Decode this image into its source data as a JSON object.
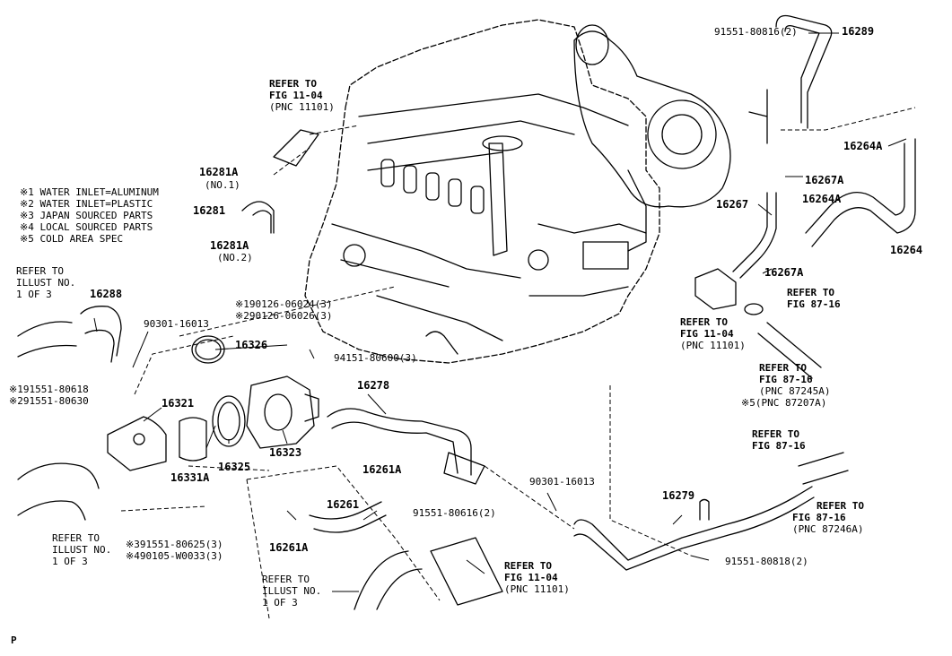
{
  "labels": {
    "p16289": "16289",
    "b9155180816": "91551-80816(2)",
    "ref_top_1": "REFER TO",
    "ref_top_2": "FIG 11-04",
    "ref_top_3": "(PNC 11101)",
    "p16281a_n1": "16281A",
    "n1": "(NO.1)",
    "p16281": "16281",
    "p16281a_n2": "16281A",
    "n2": "(NO.2)",
    "note1": "※1 WATER INLET=ALUMINUM",
    "note2": "※2 WATER INLET=PLASTIC",
    "note3": "※3 JAPAN SOURCED PARTS",
    "note4": "※4 LOCAL SOURCED PARTS",
    "note5": "※5 COLD AREA SPEC",
    "ref_left_1": "REFER TO",
    "ref_left_2": "ILLUST NO.",
    "ref_left_3": "1 OF 3",
    "p16288": "16288",
    "g9030116013_a": "90301-16013",
    "b1_91551": "※191551-80618",
    "b2_91551": "※291551-80630",
    "s1_90126": "※190126-06024(3)",
    "s2_90126": "※290126-06026(3)",
    "p16326": "16326",
    "n9415180600": "94151-80600(3)",
    "p16321": "16321",
    "p16331a": "16331A",
    "p16325": "16325",
    "p16323": "16323",
    "p16278": "16278",
    "ref_ll_1": "REFER TO",
    "ref_ll_2": "ILLUST NO.",
    "ref_ll_3": "1 OF 3",
    "b3_91551": "※391551-80625(3)",
    "b4_90105": "※490105-W0033(3)",
    "p16261a_top": "16261A",
    "p16261": "16261",
    "p16261a_bot": "16261A",
    "b9155180616": "91551-80616(2)",
    "g9030116013_b": "90301-16013",
    "ref_bot_1": "REFER TO",
    "ref_bot_2": "ILLUST NO.",
    "ref_bot_3": "1 OF 3",
    "ref_bm_1": "REFER TO",
    "ref_bm_2": "FIG 11-04",
    "ref_bm_3": "(PNC 11101)",
    "p16279": "16279",
    "b9155180818": "91551-80818(2)",
    "ref_fig8716_a1": "REFER TO",
    "ref_fig8716_a2": "FIG 87-16",
    "ref_fig8716_b1": "REFER TO",
    "ref_fig8716_b2": "FIG 87-16",
    "ref_fig8716_b3": "(PNC 87246A)",
    "p16264a_top": "16264A",
    "p16267a_top": "16267A",
    "p16267": "16267",
    "p16264a_mid": "16264A",
    "p16264": "16264",
    "p16267a_bot": "16267A",
    "ref_r1_1": "REFER TO",
    "ref_r1_2": "FIG 87-16",
    "ref_r2_1": "REFER TO",
    "ref_r2_2": "FIG 11-04",
    "ref_r2_3": "(PNC 11101)",
    "ref_r3_1": "REFER TO",
    "ref_r3_2": "FIG 87-16",
    "ref_r3_3": "(PNC 87245A)",
    "ref_r3_4": "※5(PNC 87207A)",
    "corner": "P"
  }
}
